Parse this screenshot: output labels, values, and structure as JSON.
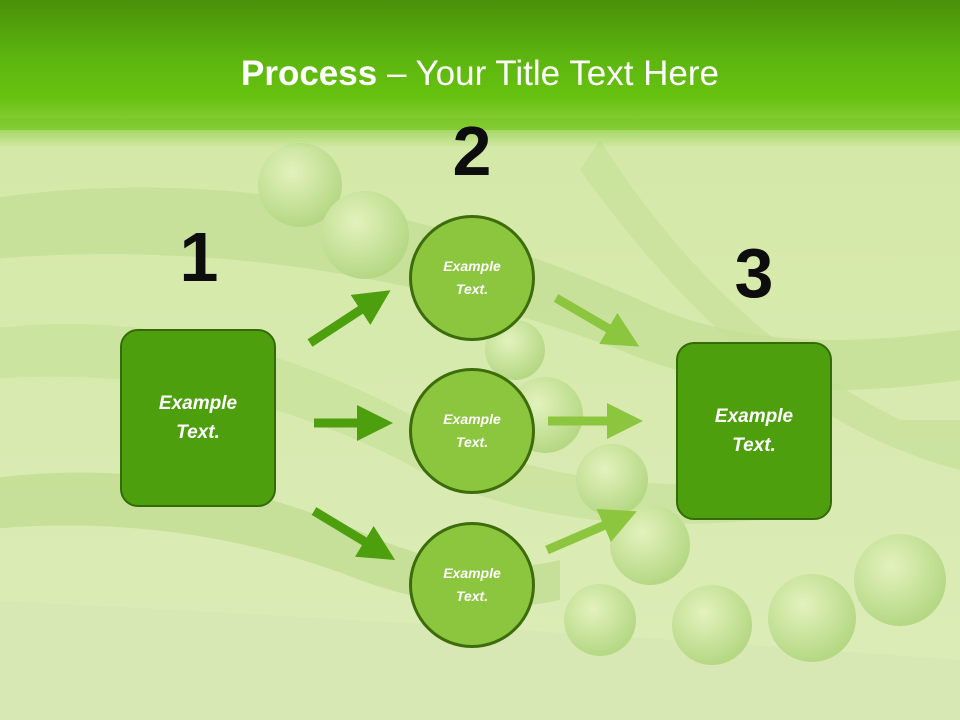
{
  "slide": {
    "title_bold": "Process",
    "title_rest": " – Your Title Text Here",
    "steps": [
      {
        "number": "1",
        "label": "Example Text."
      },
      {
        "number": "2",
        "label": "Example Text."
      },
      {
        "number": "3",
        "label": "Example Text."
      }
    ],
    "circles": [
      {
        "label": "Example Text."
      },
      {
        "label": "Example Text."
      },
      {
        "label": "Example Text."
      }
    ]
  },
  "colors": {
    "header_green": "#5db50f",
    "box_green": "#4e9f0e",
    "circle_green": "#8cc63f",
    "arrow_dark": "#4e9f0e",
    "arrow_light": "#8cc63f"
  }
}
